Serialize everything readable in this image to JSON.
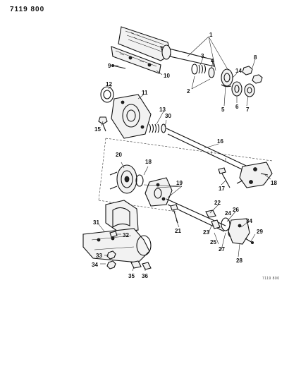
{
  "header": {
    "code": "7119 800"
  },
  "footer": {
    "code": "7119 800"
  },
  "callouts": [
    "1",
    "2",
    "3",
    "4",
    "5",
    "6",
    "7",
    "8",
    "9",
    "10",
    "11",
    "12",
    "13",
    "14",
    "15",
    "16",
    "17",
    "18",
    "19",
    "20",
    "21",
    "22",
    "23",
    "24",
    "25",
    "26",
    "27",
    "28",
    "29",
    "30",
    "31",
    "32",
    "33",
    "34",
    "35",
    "36"
  ]
}
